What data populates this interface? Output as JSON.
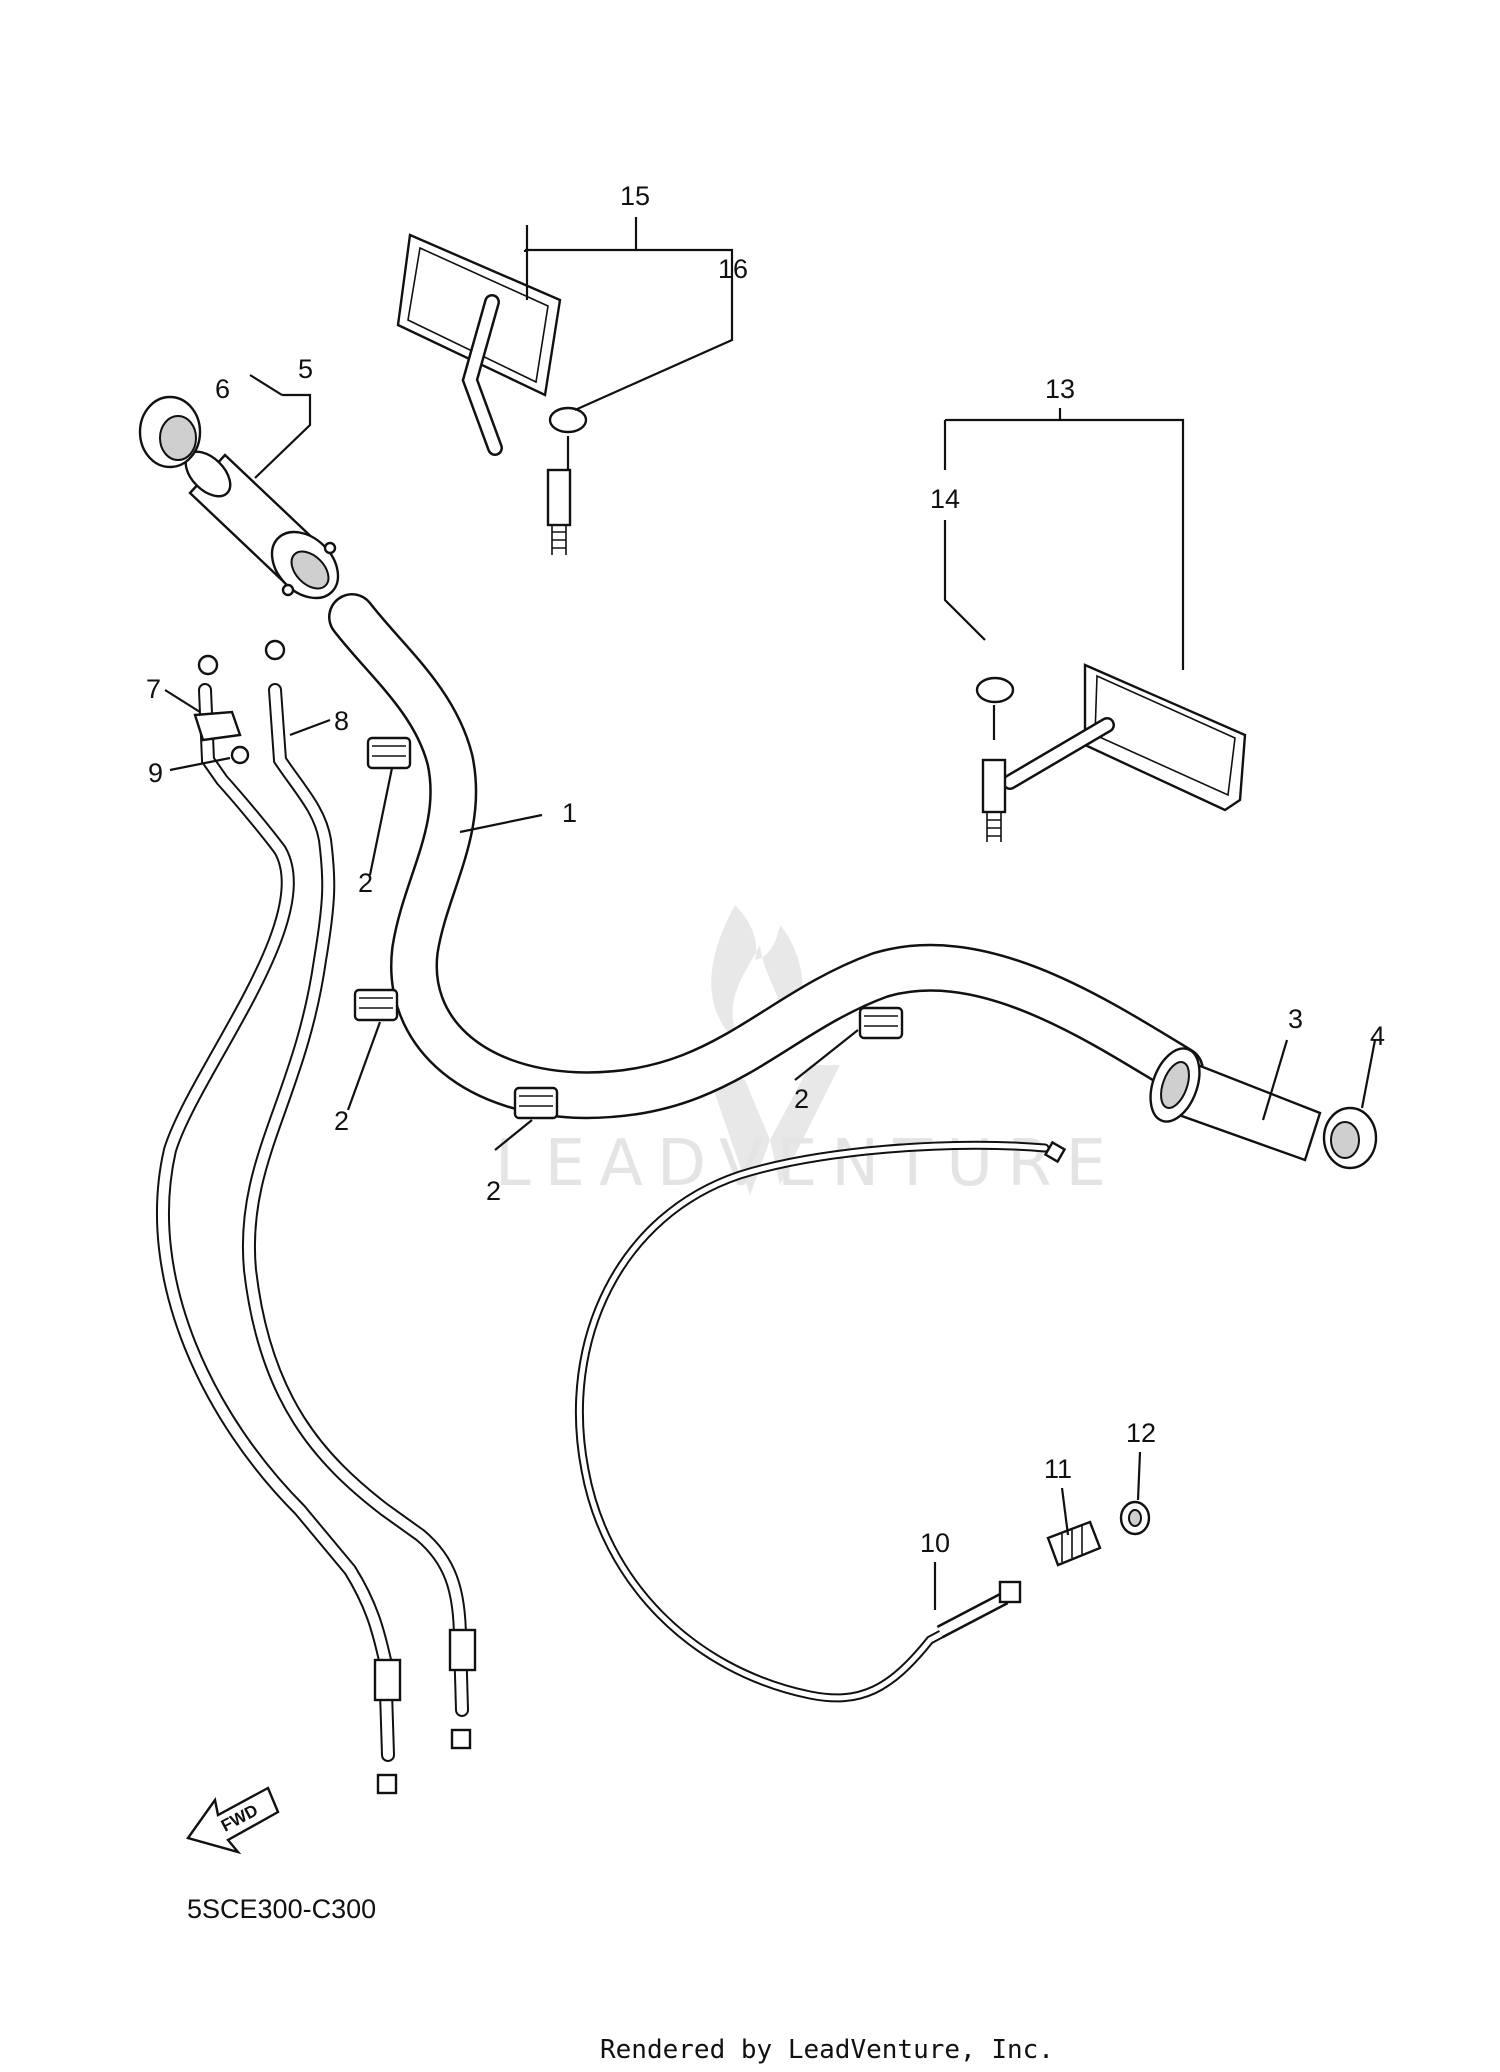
{
  "diagram": {
    "diagram_id": "5SCE300-C300",
    "footer": "Rendered by LeadVenture, Inc.",
    "fwd_label": "FWD",
    "watermark": {
      "brand": "LEADVENTURE",
      "logo_icon": "leadventure-logo-icon"
    },
    "callouts": [
      {
        "id": "c1",
        "text": "1"
      },
      {
        "id": "c2a",
        "text": "2"
      },
      {
        "id": "c2b",
        "text": "2"
      },
      {
        "id": "c2c",
        "text": "2"
      },
      {
        "id": "c2d",
        "text": "2"
      },
      {
        "id": "c3",
        "text": "3"
      },
      {
        "id": "c4",
        "text": "4"
      },
      {
        "id": "c5",
        "text": "5"
      },
      {
        "id": "c6",
        "text": "6"
      },
      {
        "id": "c7",
        "text": "7"
      },
      {
        "id": "c8",
        "text": "8"
      },
      {
        "id": "c9",
        "text": "9"
      },
      {
        "id": "c10",
        "text": "10"
      },
      {
        "id": "c11",
        "text": "11"
      },
      {
        "id": "c12",
        "text": "12"
      },
      {
        "id": "c13",
        "text": "13"
      },
      {
        "id": "c14",
        "text": "14"
      },
      {
        "id": "c15",
        "text": "15"
      },
      {
        "id": "c16",
        "text": "16"
      }
    ]
  }
}
